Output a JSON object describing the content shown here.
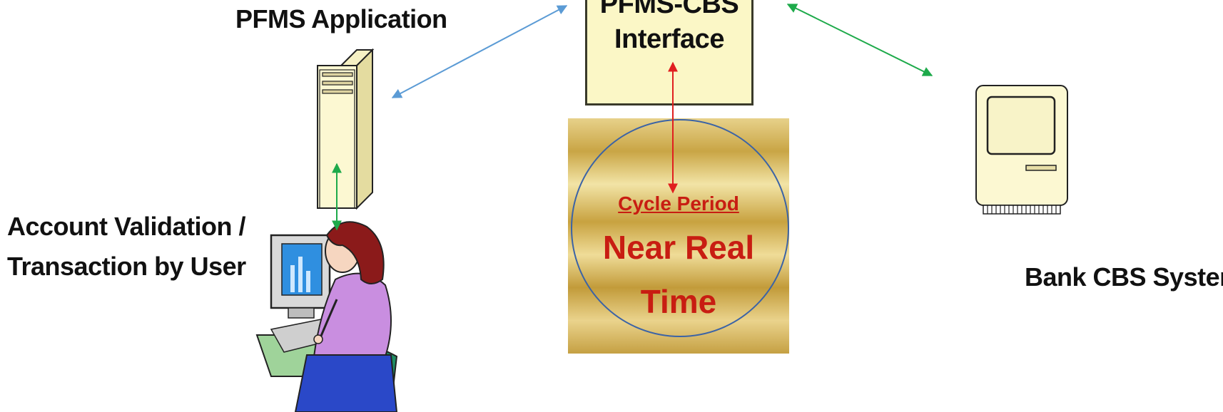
{
  "labels": {
    "pfms_application": "PFMS Application",
    "account_validation_line_1": "Account Validation /",
    "account_validation_line_2": "Transaction by User",
    "bank_cbs_system": "Bank CBS System"
  },
  "interface_box": {
    "line_1": "PFMS-CBS",
    "line_2": "Interface"
  },
  "cycle": {
    "title": "Cycle Period",
    "line_1": "Near Real",
    "line_2": "Time"
  },
  "colors": {
    "box_fill": "#fbf7c6",
    "cycle_text": "#c81d12",
    "arrow_blue": "#5b9bd5",
    "arrow_green": "#1daa4a",
    "arrow_red": "#e01f1f",
    "circle_border": "#3b63a6"
  },
  "icons": {
    "server": "server-tower-icon",
    "user": "user-at-computer-icon",
    "bank": "vintage-computer-icon"
  }
}
